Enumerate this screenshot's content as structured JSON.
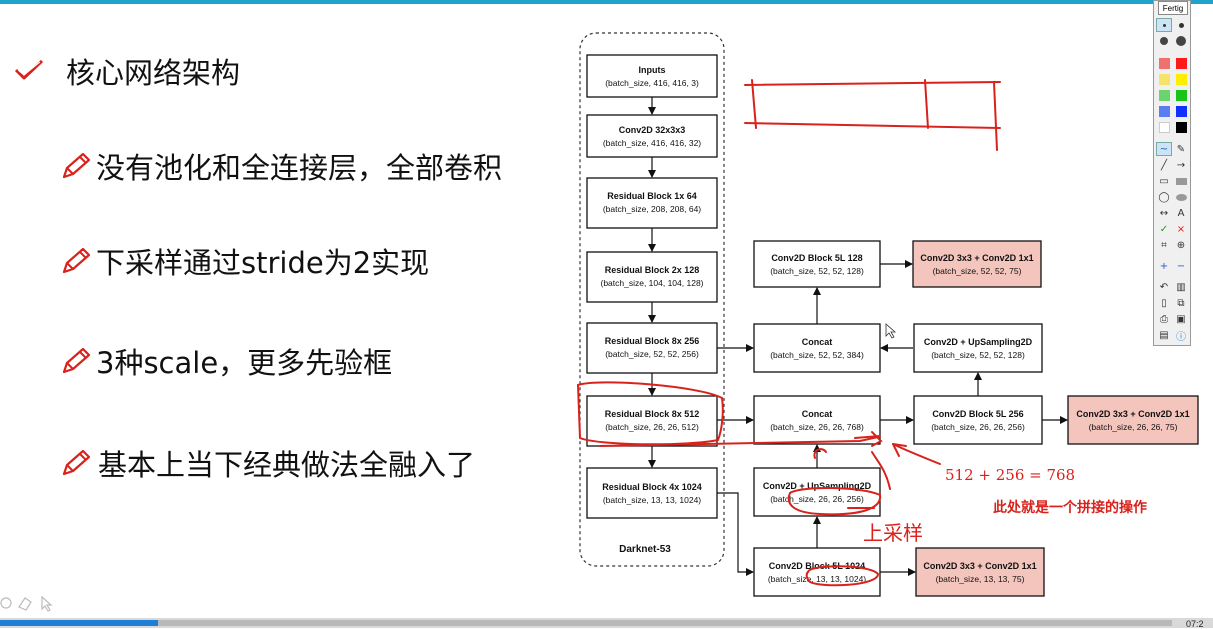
{
  "slide": {
    "heading": "核心网络架构",
    "points": [
      "没有池化和全连接层，全部卷积",
      "下采样通过stride为2实现",
      "3种scale，更多先验框",
      "基本上当下经典做法全融入了"
    ]
  },
  "diagram": {
    "backbone_label": "Darknet-53",
    "backbone": [
      {
        "title": "Inputs",
        "shape": "(batch_size, 416, 416, 3)"
      },
      {
        "title": "Conv2D 32x3x3",
        "shape": "(batch_size, 416, 416, 32)"
      },
      {
        "title": "Residual Block 1x  64",
        "shape": "(batch_size, 208, 208, 64)"
      },
      {
        "title": "Residual Block 2x  128",
        "shape": "(batch_size, 104, 104, 128)"
      },
      {
        "title": "Residual Block 8x  256",
        "shape": "(batch_size, 52, 52, 256)"
      },
      {
        "title": "Residual Block 8x  512",
        "shape": "(batch_size, 26, 26, 512)"
      },
      {
        "title": "Residual Block 4x  1024",
        "shape": "(batch_size, 13, 13, 1024)"
      }
    ],
    "col2": {
      "conv5_128": {
        "title": "Conv2D Block 5L  128",
        "shape": "(batch_size, 52, 52, 128)"
      },
      "concat_384": {
        "title": "Concat",
        "shape": "(batch_size, 52, 52, 384)"
      },
      "concat_768": {
        "title": "Concat",
        "shape": "(batch_size, 26, 26, 768)"
      },
      "up_256": {
        "title": "Conv2D + UpSampling2D",
        "shape": "(batch_size, 26, 26, 256)"
      },
      "conv5_1024": {
        "title": "Conv2D Block 5L  1024",
        "shape": "(batch_size, 13, 13, 1024)"
      }
    },
    "col3": {
      "up_128": {
        "title": "Conv2D + UpSampling2D",
        "shape": "(batch_size, 52, 52, 128)"
      },
      "conv5_256": {
        "title": "Conv2D Block 5L  256",
        "shape": "(batch_size, 26, 26, 256)"
      }
    },
    "outputs": [
      {
        "title": "Conv2D 3x3 + Conv2D 1x1",
        "shape": "(batch_size, 52, 52, 75)"
      },
      {
        "title": "Conv2D 3x3 + Conv2D 1x1",
        "shape": "(batch_size, 26, 26, 75)"
      },
      {
        "title": "Conv2D 3x3 + Conv2D 1x1",
        "shape": "(batch_size, 13, 13, 75)"
      }
    ]
  },
  "annotations": {
    "sum": "512 + 256 = 768",
    "concat_note": "此处就是一个拼接的操作",
    "upsample_note": "上采样"
  },
  "toolbox": {
    "title": "Fertig"
  },
  "player": {
    "time": "07:2",
    "progress": 0.135
  },
  "colors": {
    "accent": "#1fa3c8",
    "ink": "#d9221c",
    "output_fill": "#f4c5bd",
    "progress": "#1e7fd6"
  }
}
